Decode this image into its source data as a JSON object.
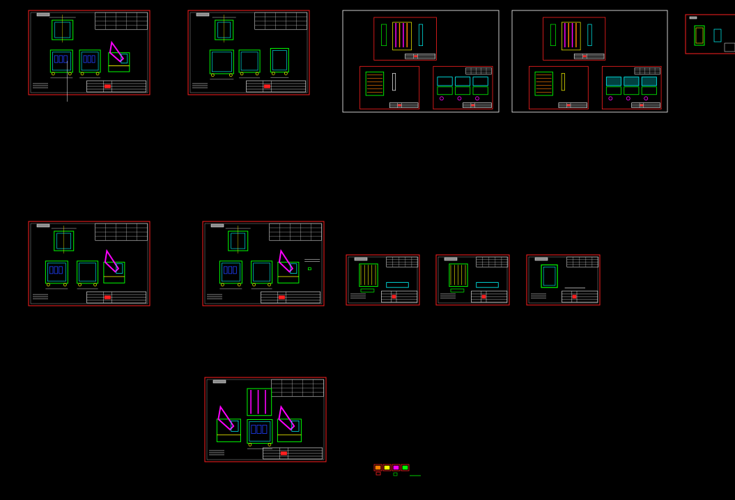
{
  "canvas": {
    "background": "#000000",
    "description_colors": {
      "frame": "#ff2020",
      "border": "#ffffff",
      "part": "#00ff00",
      "alt": "#00ffff",
      "accent": "#ff00ff",
      "blue": "#2040ff",
      "yellow": "#ffff00",
      "orange": "#ff8000"
    }
  },
  "sheets": [
    {
      "id": "sheet-1",
      "layout": "cabinet-3view-top"
    },
    {
      "id": "sheet-2",
      "layout": "cabinet-3view-simple"
    },
    {
      "id": "sheet-3",
      "layout": "group-3sheet"
    },
    {
      "id": "sheet-4",
      "layout": "group-3sheet"
    },
    {
      "id": "sheet-5",
      "layout": "partial-edge"
    },
    {
      "id": "sheet-6",
      "layout": "cabinet-3view-angled"
    },
    {
      "id": "sheet-7",
      "layout": "cabinet-3view-angled-wide"
    },
    {
      "id": "sheet-8",
      "layout": "small-rack"
    },
    {
      "id": "sheet-9",
      "layout": "small-rack"
    },
    {
      "id": "sheet-10",
      "layout": "small-frame"
    },
    {
      "id": "sheet-11",
      "layout": "cabinet-assembly"
    },
    {
      "id": "sheet-12",
      "layout": "thumbnail-cluster"
    }
  ]
}
